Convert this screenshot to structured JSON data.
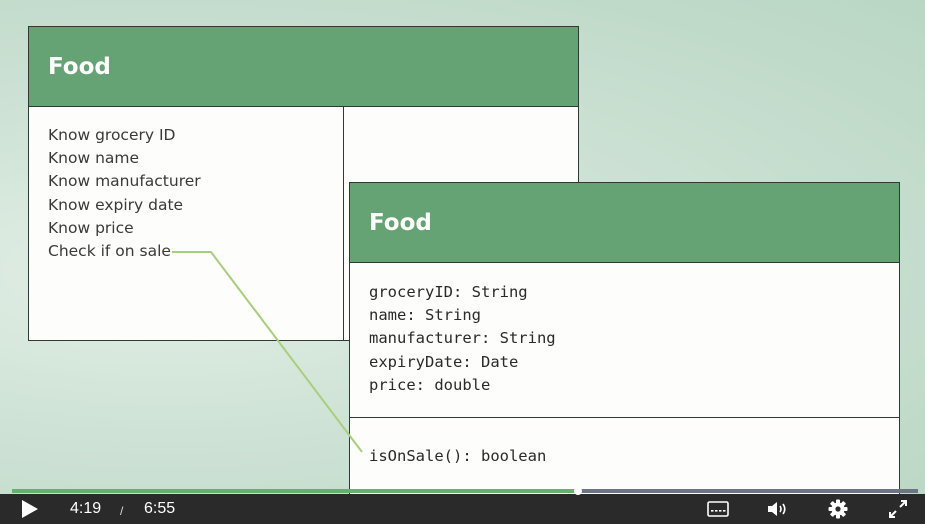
{
  "crc_card": {
    "title": "Food",
    "responsibilities": [
      "Know grocery ID",
      "Know name",
      "Know manufacturer",
      "Know expiry date",
      "Know price",
      "Check if on sale"
    ]
  },
  "uml_card": {
    "title": "Food",
    "attributes": [
      "groceryID: String",
      "name: String",
      "manufacturer: String",
      "expiryDate: Date",
      "price: double"
    ],
    "methods": [
      "isOnSale(): boolean"
    ]
  },
  "player": {
    "current_time": "4:19",
    "separator": "/",
    "duration": "6:55",
    "progress_fraction": 0.625,
    "icons": {
      "play": "play-icon",
      "captions": "captions-icon",
      "volume": "volume-icon",
      "settings": "gear-icon",
      "fullscreen": "fullscreen-icon"
    }
  },
  "colors": {
    "header_green": "#66a374",
    "connector_green": "#a8cf7c",
    "progress_green": "#62b36a"
  }
}
